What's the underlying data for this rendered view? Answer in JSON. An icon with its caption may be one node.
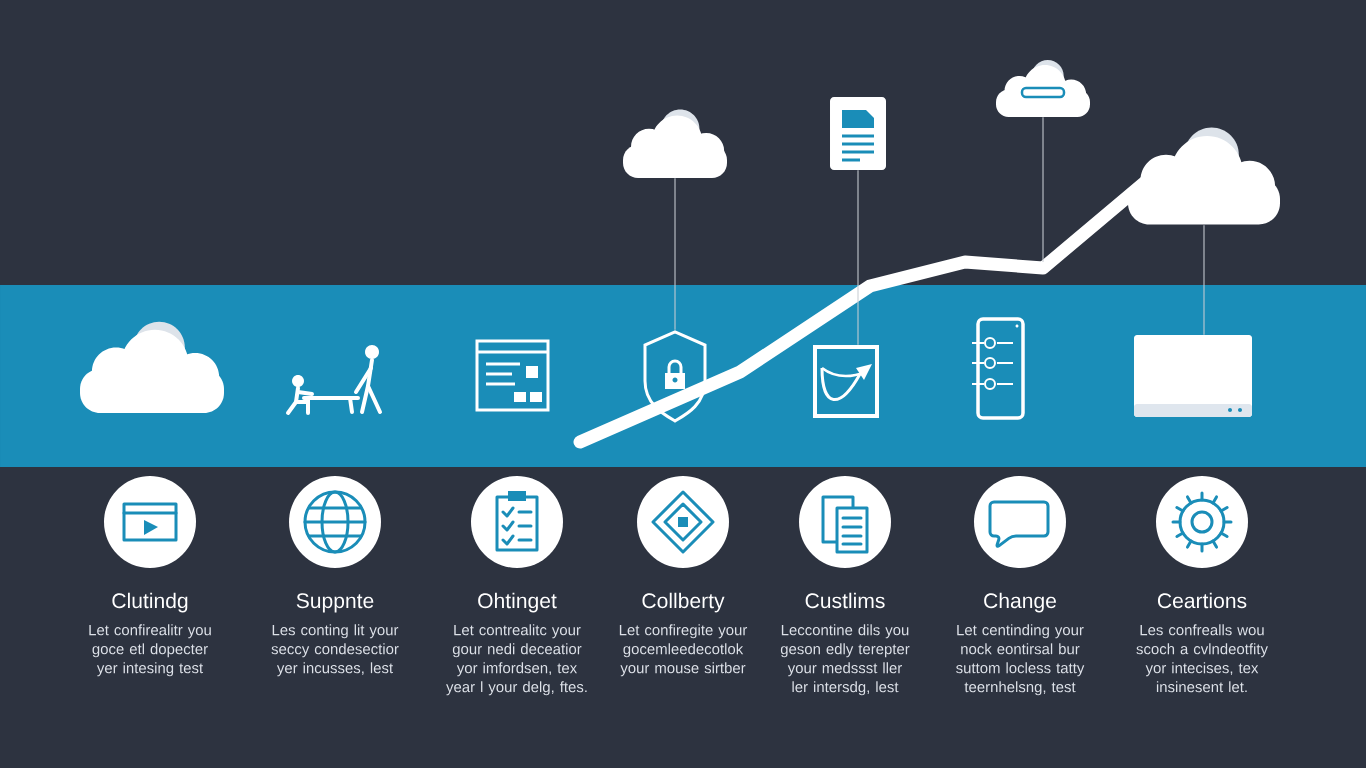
{
  "diagram": {
    "nodes": [
      {
        "text": [],
        "shape": "picture"
      },
      {
        "text": [],
        "shape": "picture"
      },
      {
        "text": [],
        "shape": "picture"
      },
      {
        "text": [],
        "shape": "picture"
      },
      {
        "text": [],
        "shape": "picture"
      },
      {
        "text": [],
        "shape": "picture"
      },
      {
        "text": [],
        "shape": "picture"
      },
      {
        "text": [],
        "shape": "picture"
      },
      {
        "text": [],
        "shape": "picture"
      },
      {
        "text": [],
        "shape": "picture"
      },
      {
        "text": [],
        "shape": "picture"
      },
      {
        "text": [
          "Clutindg",
          "Let confirealitr you goce etl dopecter yer intesing test"
        ]
      },
      {
        "text": [
          "Suppnte",
          "Les conting lit your seccy condesectior yer incusses, lest"
        ]
      },
      {
        "text": [
          "Ohtinget",
          "Let contrealitc your gour nedi deceatior yor imfordsen, tex year l your delg, ftes."
        ]
      },
      {
        "text": [
          "Collberty",
          "Let confiregite your gocemleedecotlok your mouse sirtber"
        ]
      },
      {
        "text": [
          "Custlims",
          "Leccontine dils you geson edly terepter your medssst ller ler intersdg, lest"
        ]
      },
      {
        "text": [
          "Change",
          "Let centinding your nock eontirsal bur suttom locless tatty teernhelsng, test"
        ]
      },
      {
        "text": [
          "Ceartions",
          "Les confrealls wou scoch a cvlndeotfity yor intecises, tex insinesent let."
        ]
      }
    ],
    "edges": [
      {
        "from": 0,
        "to": 7,
        "arrow": "none"
      },
      {
        "from": 1,
        "to": 8,
        "arrow": "none"
      },
      {
        "from": 2,
        "to": null,
        "arrow": "none"
      },
      {
        "from": 3,
        "to": 10,
        "arrow": "none"
      }
    ]
  }
}
